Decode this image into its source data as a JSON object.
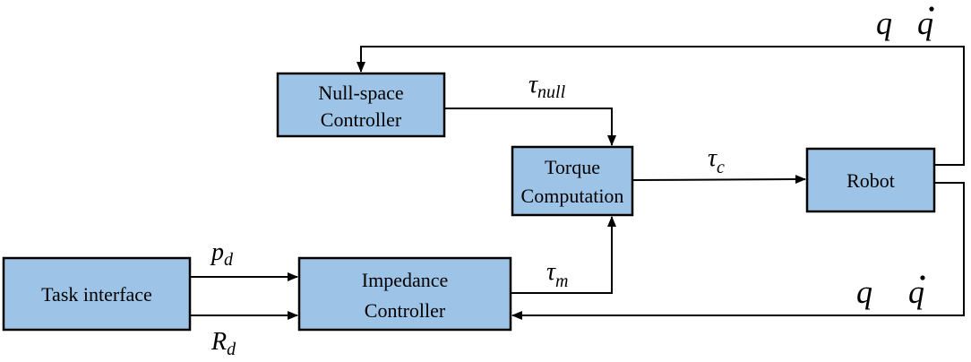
{
  "colors": {
    "block_fill": "#9dc3e6",
    "stroke": "#000000",
    "background": "#ffffff"
  },
  "blocks": {
    "null_space": {
      "line1": "Null-space",
      "line2": "Controller"
    },
    "torque": {
      "line1": "Torque",
      "line2": "Computation"
    },
    "robot": {
      "label": "Robot"
    },
    "task": {
      "label": "Task interface"
    },
    "impedance": {
      "line1": "Impedance",
      "line2": "Controller"
    }
  },
  "signals": {
    "tau_null": {
      "base": "τ",
      "sub": "null"
    },
    "tau_c": {
      "base": "τ",
      "sub": "c"
    },
    "tau_m": {
      "base": "τ",
      "sub": "m"
    },
    "p_d": {
      "base": "p",
      "sub": "d"
    },
    "R_d": {
      "base": "R",
      "sub": "d"
    },
    "feedback_top": {
      "q": "q",
      "qdot": "q"
    },
    "feedback_bottom": {
      "q": "q",
      "qdot": "q"
    }
  }
}
